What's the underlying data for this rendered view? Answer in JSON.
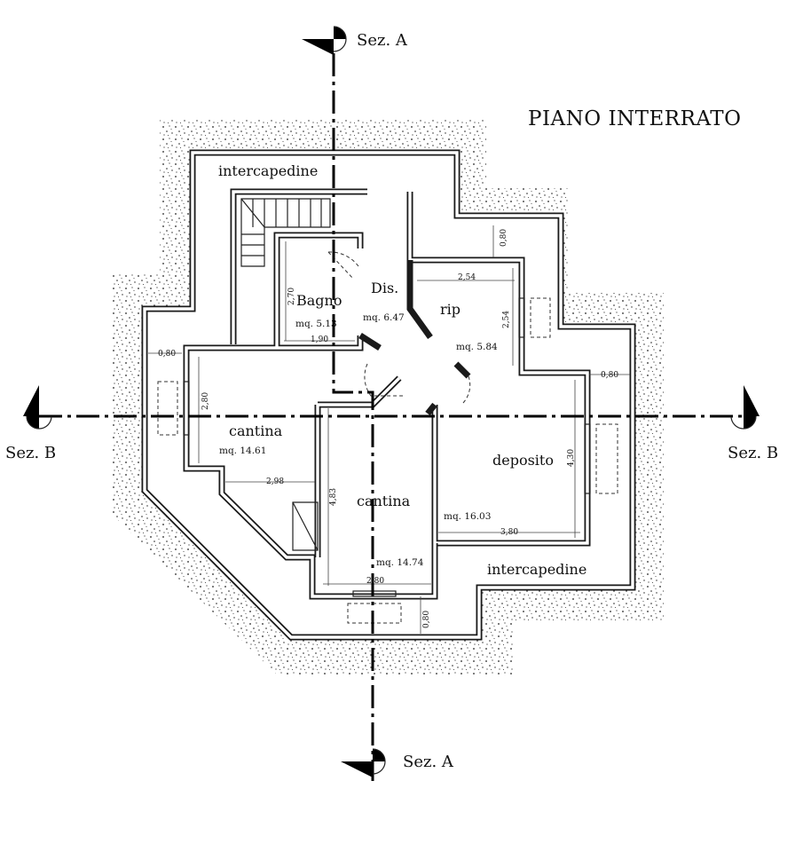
{
  "title": "PIANO INTERRATO",
  "sections": {
    "a_top": "Sez. A",
    "a_bottom": "Sez. A",
    "b_left": "Sez. B",
    "b_right": "Sez. B"
  },
  "rooms": {
    "intercapedine_top": "intercapedine",
    "intercapedine_bottom": "intercapedine",
    "bagno": {
      "name": "Bagno",
      "area": "mq. 5.13"
    },
    "dis": {
      "name": "Dis.",
      "area": "mq. 6.47"
    },
    "rip": {
      "name": "rip",
      "area": "mq. 5.84"
    },
    "cantina_left": {
      "name": "cantina",
      "area": "mq. 14.61"
    },
    "cantina_center": {
      "name": "cantina",
      "area": "mq. 14.74"
    },
    "deposito": {
      "name": "deposito",
      "area": "mq. 16.03"
    }
  },
  "dimensions": {
    "bagno_height": "2,70",
    "bagno_width": "1,90",
    "rip_width": "2,54",
    "rip_height": "2,54",
    "top_gap": "0,80",
    "left_gap": "0,80",
    "right_gap": "0,80",
    "bottom_gap": "0,80",
    "cantina_left_height": "2,80",
    "cantina_left_width": "2,98",
    "cantina_center_height": "4,83",
    "cantina_center_width": "2,80",
    "deposito_height": "4,30",
    "deposito_width": "3,80"
  }
}
